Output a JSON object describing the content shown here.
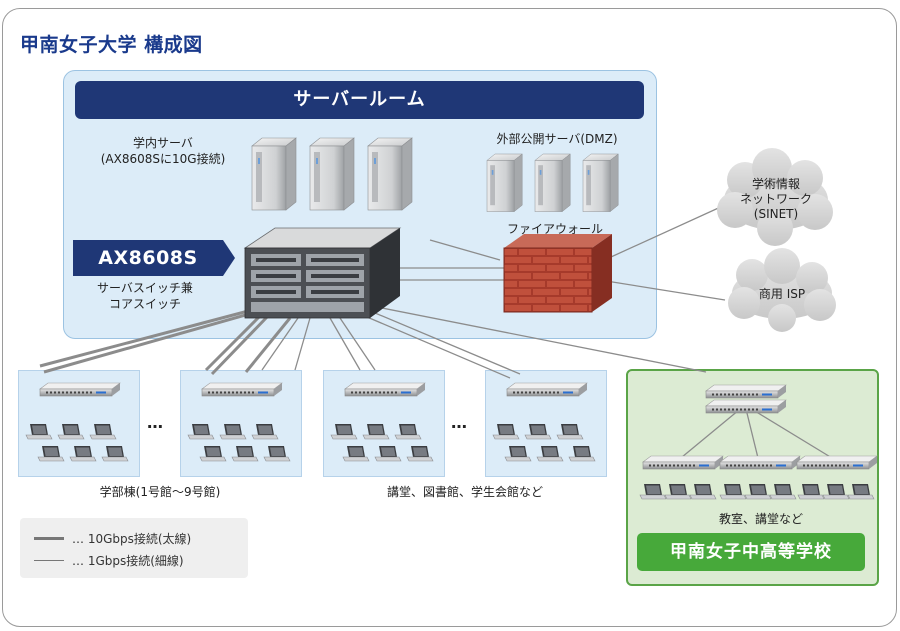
{
  "title": "甲南女子大学 構成図",
  "server_room": {
    "heading": "サーバールーム",
    "internal_servers_label_1": "学内サーバ",
    "internal_servers_label_2": "(AX8608Sに10G接続)",
    "dmz_label": "外部公開サーバ(DMZ)",
    "firewall_label": "ファイアウォール",
    "core_switch_model": "AX8608S",
    "core_switch_desc_1": "サーバスイッチ兼",
    "core_switch_desc_2": "コアスイッチ"
  },
  "clouds": {
    "sinet_1": "学術情報",
    "sinet_2": "ネットワーク",
    "sinet_3": "(SINET)",
    "isp": "商用 ISP"
  },
  "buildings": {
    "ellipsis": "…",
    "faculty_label": "学部棟(1号館〜9号館)",
    "lecture_label": "講堂、図書館、学生会館など"
  },
  "high_school": {
    "sub_label": "教室、講堂など",
    "name": "甲南女子中高等学校"
  },
  "legend": {
    "thick": "… 10Gbps接続(太線)",
    "thin": "… 1Gbps接続(細線)"
  },
  "colors": {
    "title": "#1a3a8c",
    "server_room_bar": "#1f3776",
    "high_school_bar": "#47a93a",
    "server_room_bg": "#dcecf8",
    "high_school_bg": "#dcebd3"
  }
}
